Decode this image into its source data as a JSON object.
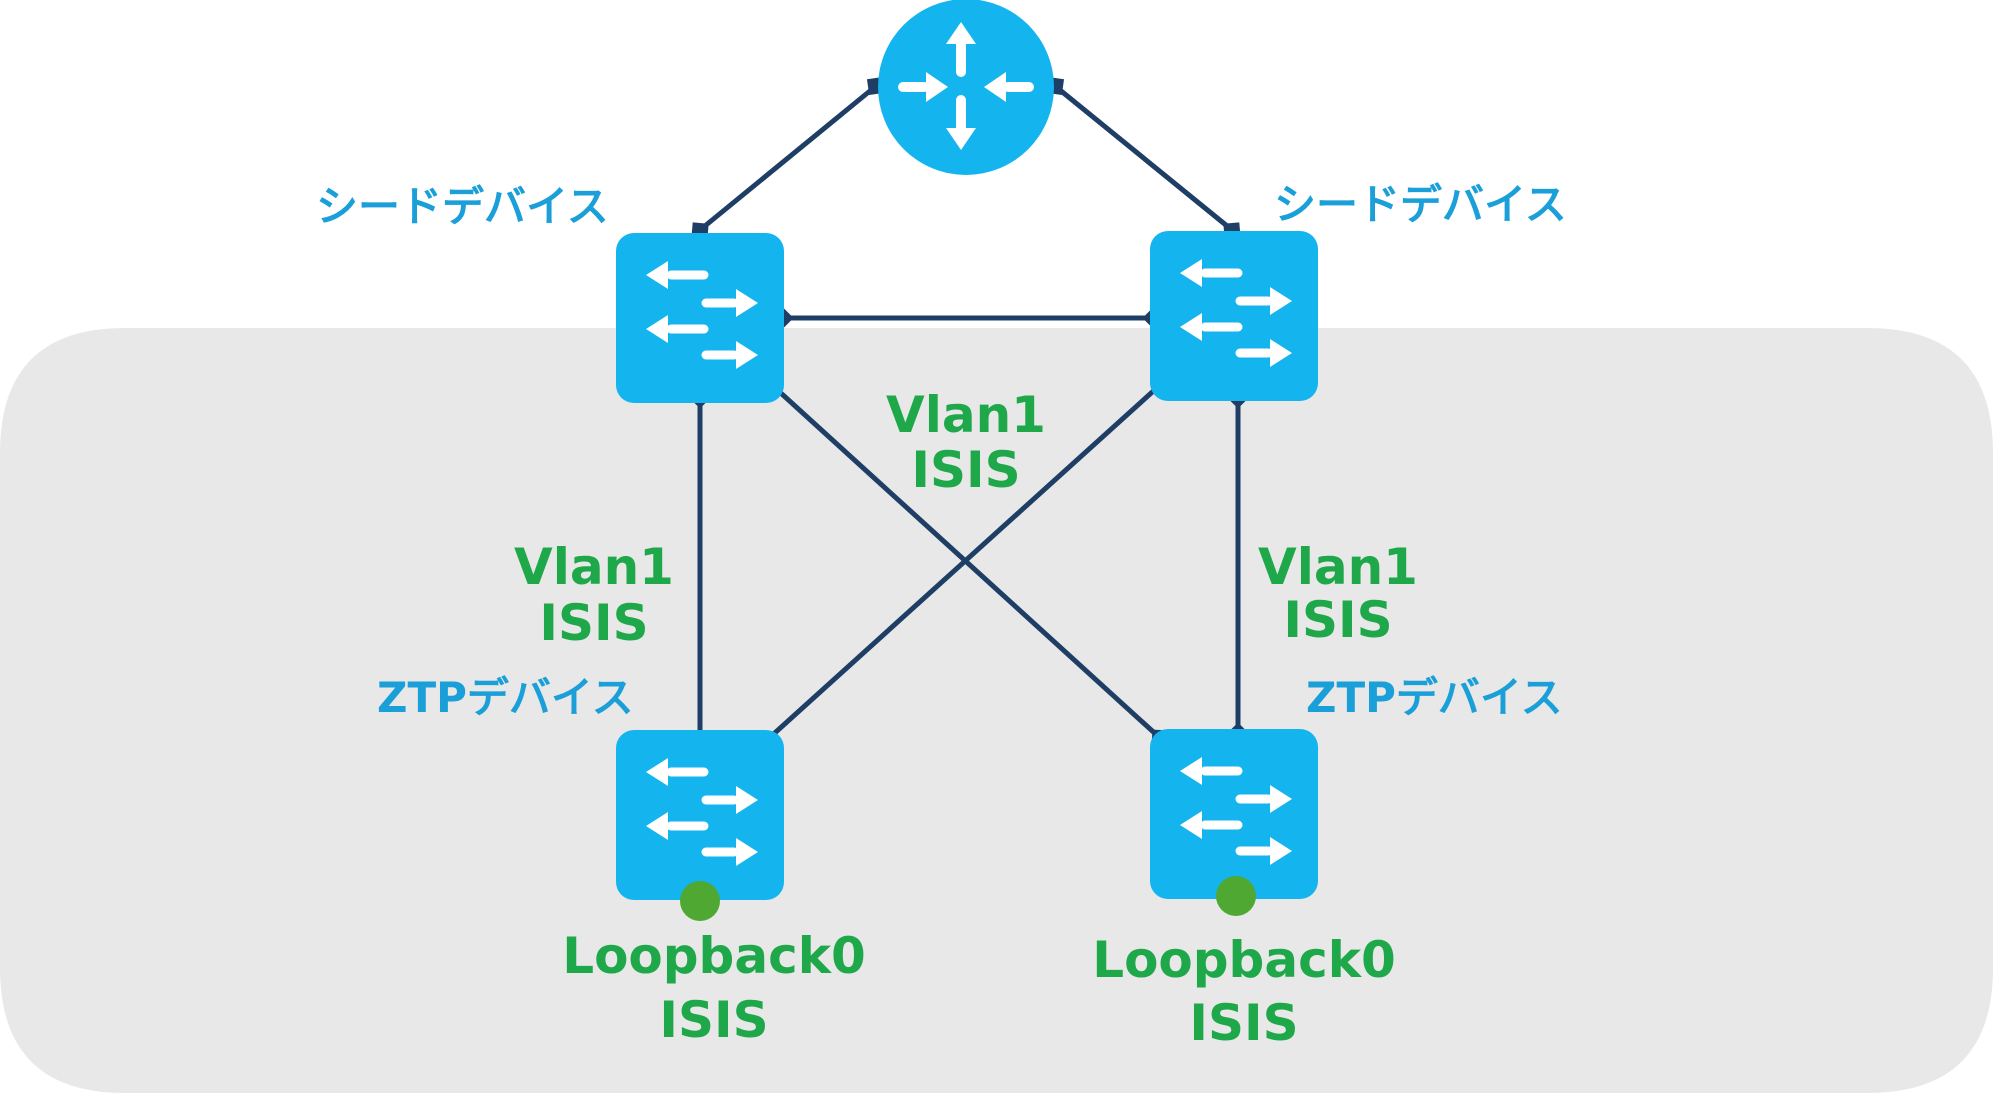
{
  "colors": {
    "region_fill": "#e8e8e8",
    "device_fill": "#14b4ef",
    "link": "#1f3e66",
    "label_blue": "#1a9fd8",
    "label_green": "#1fa84a",
    "loopback_dot": "#4ea832",
    "glyph": "#ffffff"
  },
  "devices": {
    "router": {
      "icon": "router-icon"
    },
    "seed_left": {
      "icon": "switch-icon",
      "label": "シードデバイス"
    },
    "seed_right": {
      "icon": "switch-icon",
      "label": "シードデバイス"
    },
    "ztp_left": {
      "icon": "switch-icon",
      "label": "ZTPデバイス",
      "loopback_line1": "Loopback0",
      "loopback_line2": "ISIS"
    },
    "ztp_right": {
      "icon": "switch-icon",
      "label": "ZTPデバイス",
      "loopback_line1": "Loopback0",
      "loopback_line2": "ISIS"
    }
  },
  "links": {
    "center": {
      "line1": "Vlan1",
      "line2": "ISIS"
    },
    "left": {
      "line1": "Vlan1",
      "line2": "ISIS"
    },
    "right": {
      "line1": "Vlan1",
      "line2": "ISIS"
    }
  }
}
